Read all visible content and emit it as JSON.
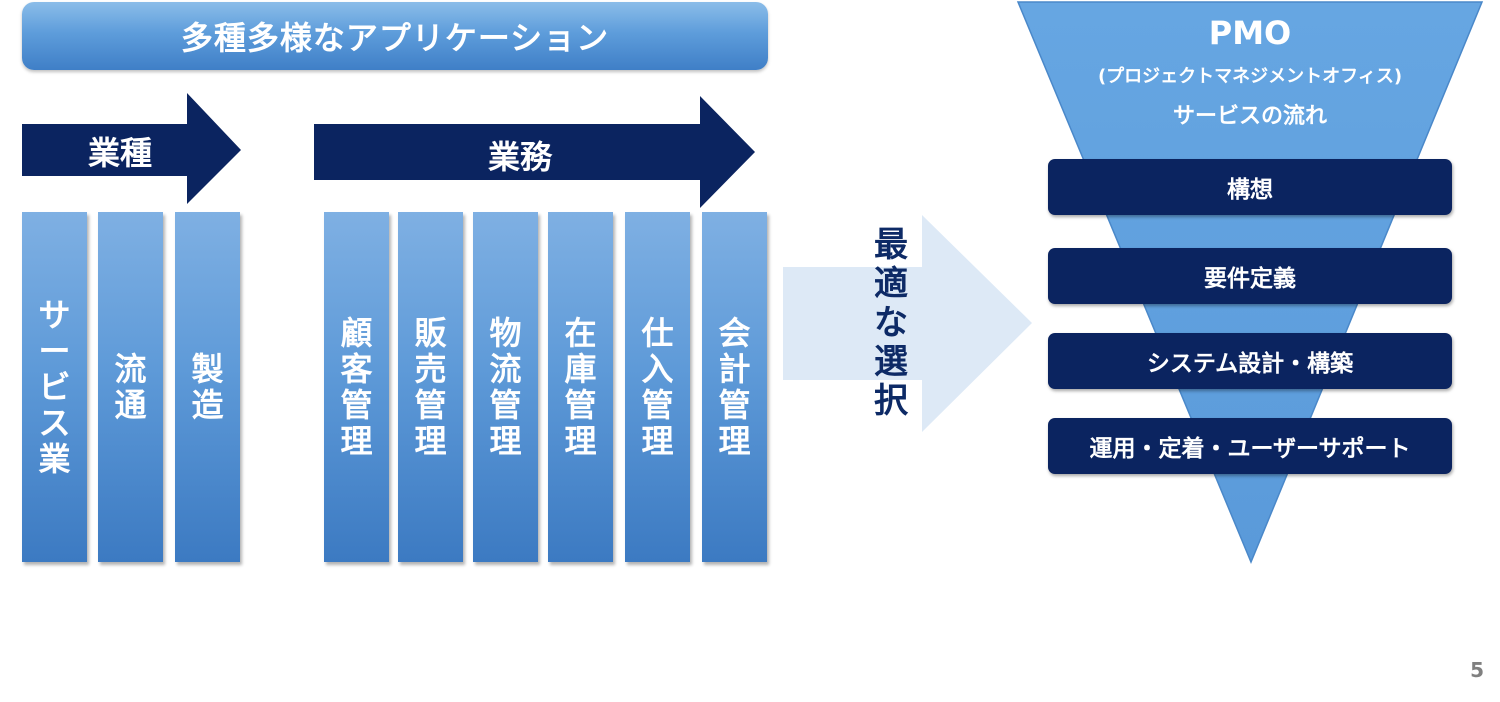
{
  "banner": {
    "title": "多種多様なアプリケーション"
  },
  "arrows": {
    "industry_label": "業種",
    "business_label": "業務"
  },
  "industries": [
    {
      "label": "サービス業"
    },
    {
      "label": "流通"
    },
    {
      "label": "製造"
    }
  ],
  "businesses": [
    {
      "label": "顧客管理"
    },
    {
      "label": "販売管理"
    },
    {
      "label": "物流管理"
    },
    {
      "label": "在庫管理"
    },
    {
      "label": "仕入管理"
    },
    {
      "label": "会計管理"
    }
  ],
  "selection": {
    "label": "最適な選択"
  },
  "pmo": {
    "title": "PMO",
    "subtitle": "(プロジェクトマネジメントオフィス)",
    "flow_label": "サービスの流れ",
    "steps": [
      {
        "label": "構想"
      },
      {
        "label": "要件定義"
      },
      {
        "label": "システム設計・構築"
      },
      {
        "label": "運用・定着・ユーザーサポート"
      }
    ]
  },
  "page": {
    "number": "5"
  },
  "colors": {
    "navy": "#0b2460",
    "column_blue": "#5e9ad8",
    "funnel_blue": "#62a3e0",
    "selection_arrow": "#dde9f6"
  }
}
